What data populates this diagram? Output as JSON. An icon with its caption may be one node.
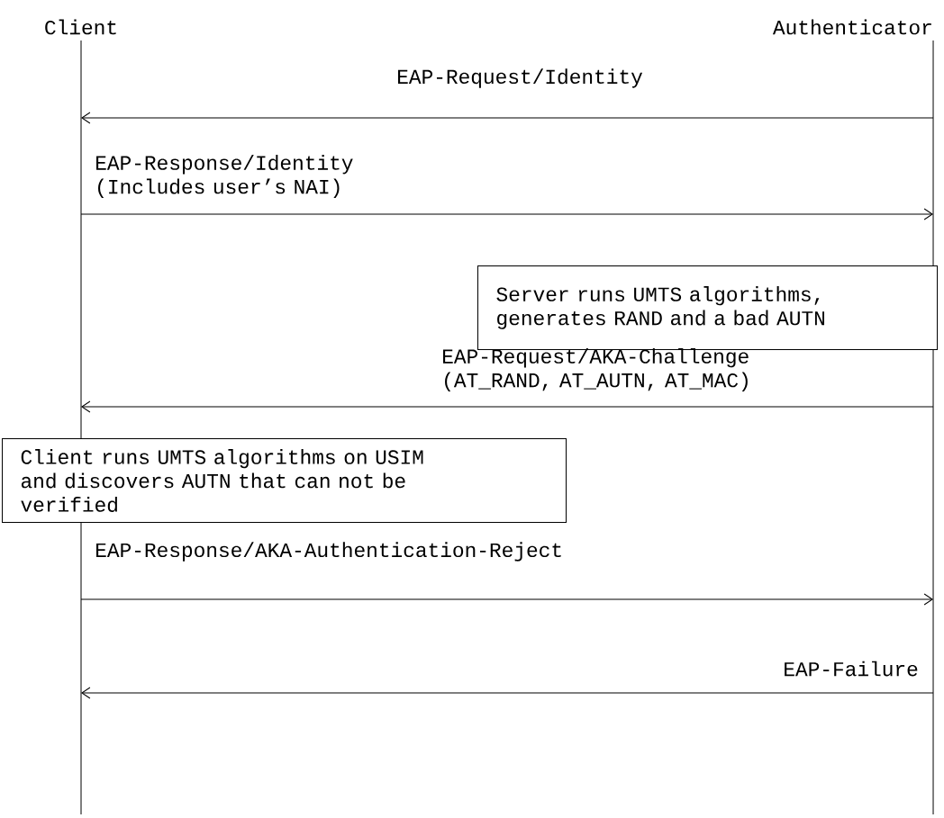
{
  "diagram": {
    "nodes": [
      {
        "text": [
          "Client"
        ]
      },
      {
        "text": [
          "Authenticator"
        ]
      },
      {
        "text": [
          "Server runs UMTS algorithms, generates RAND and a bad AUTN"
        ]
      },
      {
        "text": [
          "Client runs UMTS algorithms on USIM and discovers AUTN that can not be verified"
        ]
      }
    ],
    "edges": [
      {
        "from": 1,
        "to": 0,
        "arrow": "to",
        "label": "EAP-Request/Identity"
      },
      {
        "from": 0,
        "to": 1,
        "arrow": "to",
        "label": "EAP-Response/Identity (Includes user’s NAI)"
      },
      {
        "from": 1,
        "to": 0,
        "arrow": "to",
        "label": "EAP-Request/AKA-Challenge (AT_RAND, AT_AUTN, AT_MAC)"
      },
      {
        "from": 0,
        "to": 1,
        "arrow": "to",
        "label": "EAP-Response/AKA-Authentication-Reject"
      },
      {
        "from": 1,
        "to": 0,
        "arrow": "to",
        "label": "EAP-Failure"
      }
    ]
  }
}
